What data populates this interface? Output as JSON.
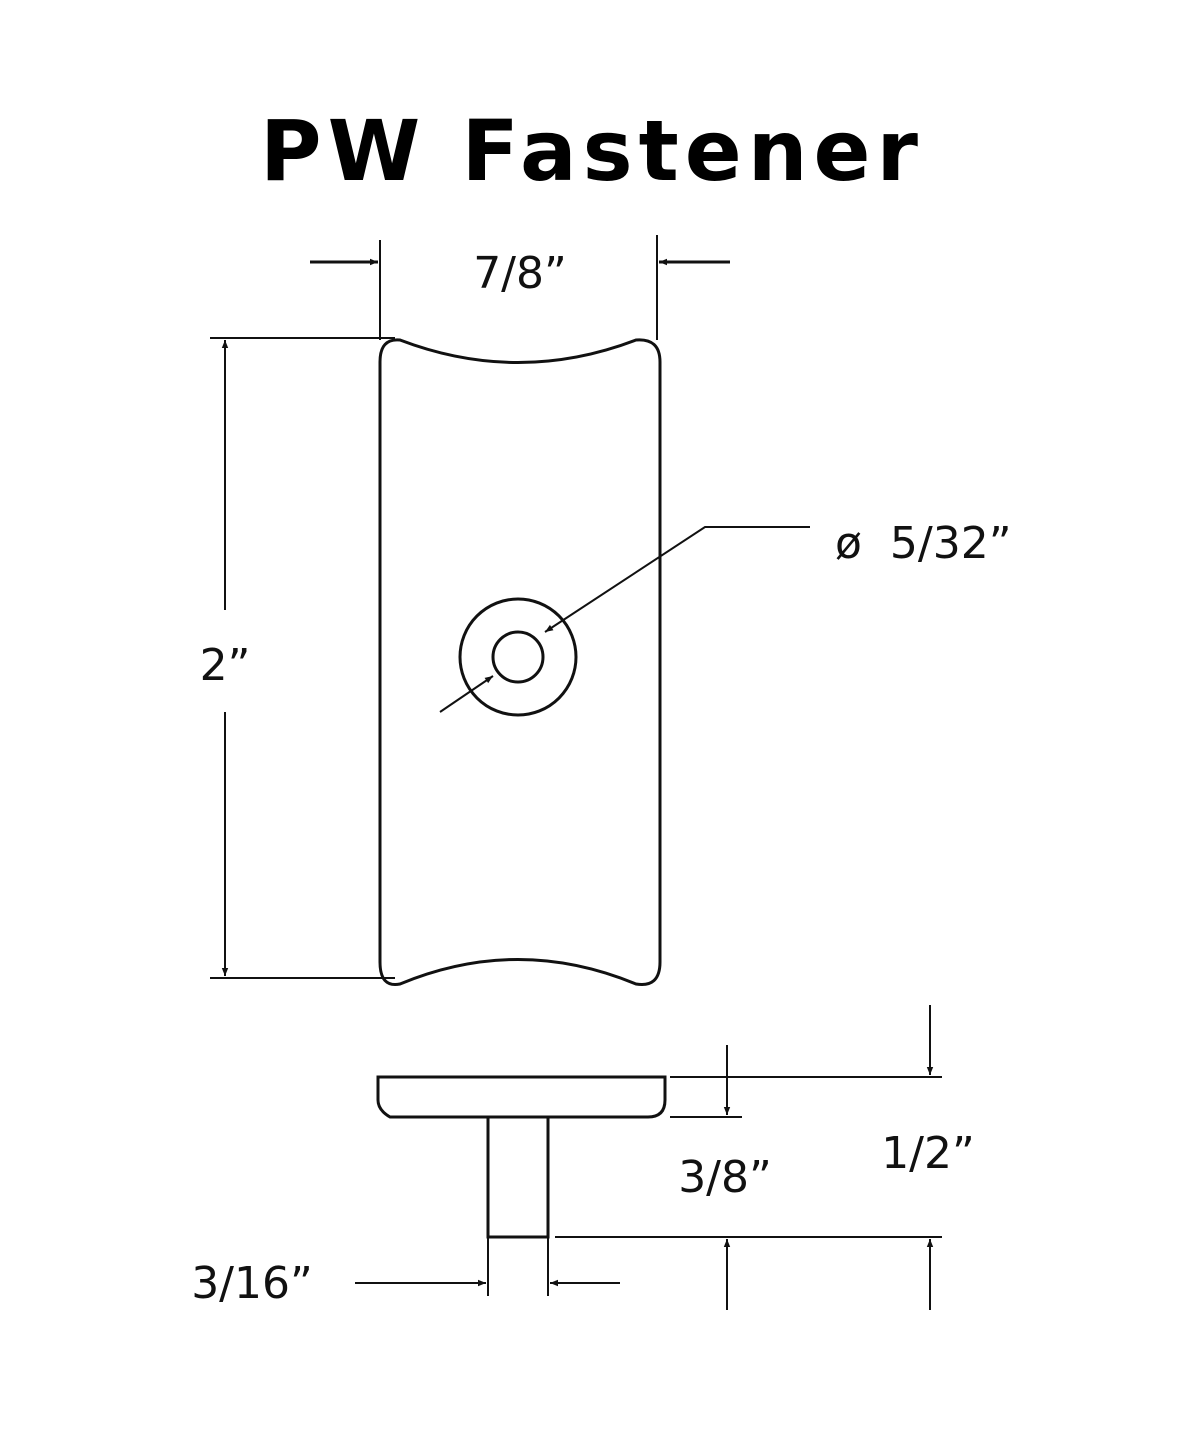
{
  "title": "PW Fastener",
  "dimensions": {
    "width": "7/8”",
    "height": "2”",
    "hole_diameter": "ø  5/32”",
    "head_to_shank_end": "3/8”",
    "overall_thickness": "1/2”",
    "shank_diameter": "3/16”"
  },
  "colors": {
    "line": "#111111",
    "background": "#ffffff"
  }
}
